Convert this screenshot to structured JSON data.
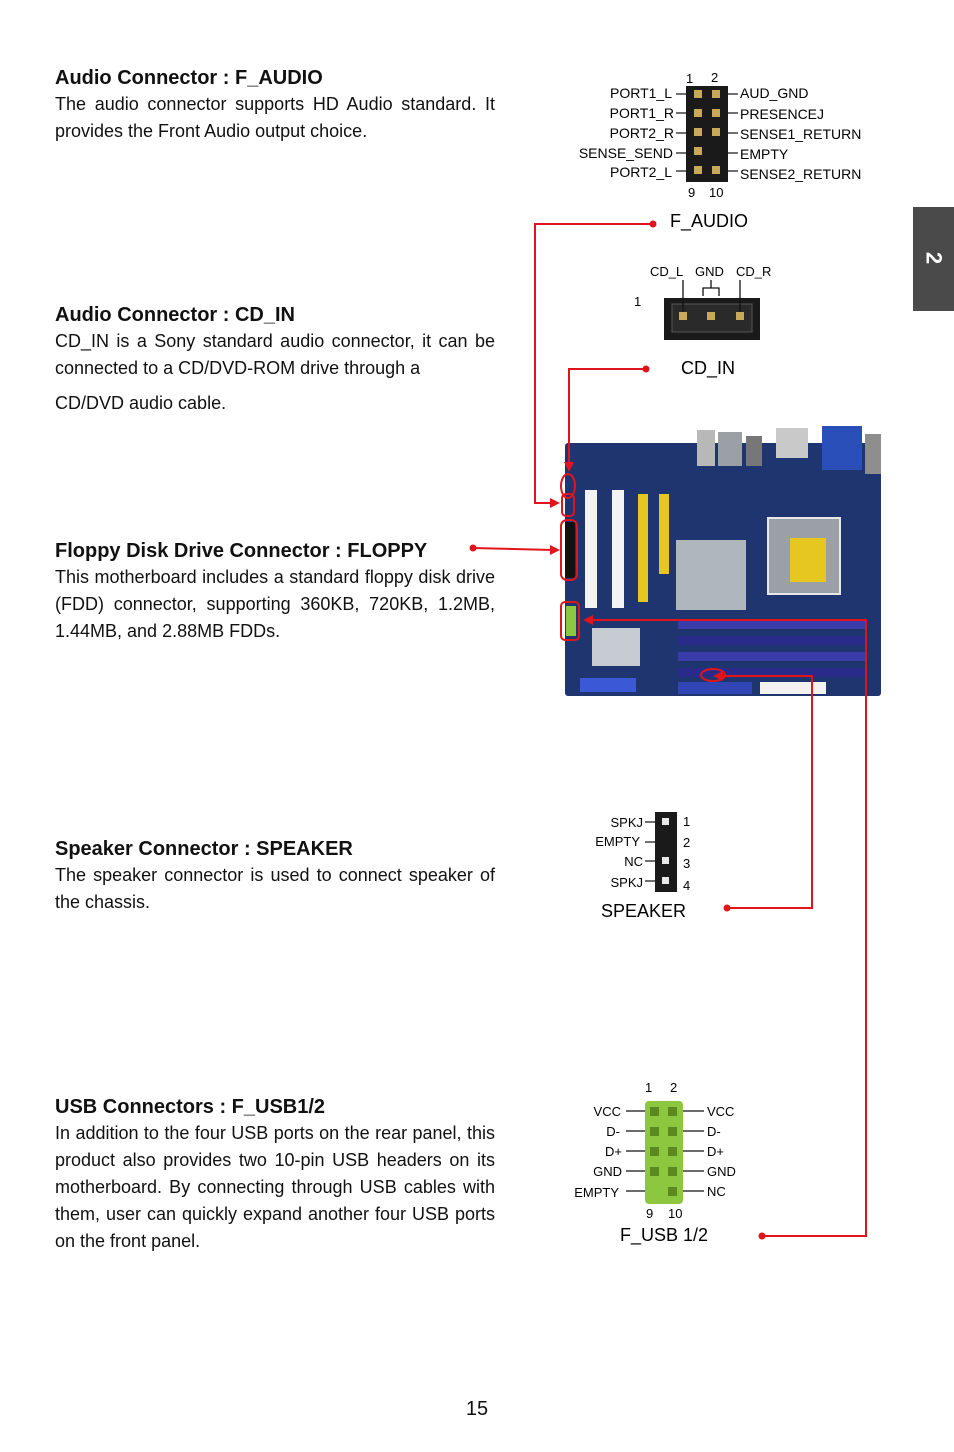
{
  "page": {
    "number": "15",
    "chapter": "2"
  },
  "sections": {
    "f_audio": {
      "title": "Audio Connector : F_AUDIO",
      "body": "The audio connector supports HD Audio standard. It provides the Front Audio output choice."
    },
    "cd_in": {
      "title": "Audio Connector : CD_IN",
      "body": "CD_IN is a Sony standard audio connector, it can be connected to a CD/DVD-ROM drive through a",
      "body2": "CD/DVD audio cable."
    },
    "floppy": {
      "title": "Floppy Disk Drive Connector : FLOPPY",
      "body": "This motherboard includes a standard floppy disk drive (FDD) connector, supporting 360KB, 720KB, 1.2MB, 1.44MB, and 2.88MB FDDs."
    },
    "speaker": {
      "title": "Speaker Connector : SPEAKER",
      "body": "The speaker connector is used to connect speaker of the chassis."
    },
    "usb": {
      "title": "USB Connectors : F_USB1/2",
      "body": "In addition to the four USB ports on the rear panel, this product also provides two 10-pin USB headers on its motherboard. By connecting through USB cables with them, user can quickly expand another four USB ports on the front panel."
    }
  },
  "diagrams": {
    "f_audio": {
      "name": "F_AUDIO",
      "pin_top_left": "1",
      "pin_top_right": "2",
      "pin_bottom_left": "9",
      "pin_bottom_right": "10",
      "left_pins": [
        "PORT1_L",
        "PORT1_R",
        "PORT2_R",
        "SENSE_SEND",
        "PORT2_L"
      ],
      "right_pins": [
        "AUD_GND",
        "PRESENCEJ",
        "SENSE1_RETURN",
        "EMPTY",
        "SENSE2_RETURN"
      ]
    },
    "cd_in": {
      "name": "CD_IN",
      "pins": [
        "CD_L",
        "GND",
        "CD_R"
      ],
      "pin_one": "1"
    },
    "speaker": {
      "name": "SPEAKER",
      "pins": [
        "SPKJ",
        "EMPTY",
        "NC",
        "SPKJ"
      ],
      "numbers": [
        "1",
        "2",
        "3",
        "4"
      ]
    },
    "usb": {
      "name": "F_USB 1/2",
      "pin_top_left": "1",
      "pin_top_right": "2",
      "pin_bottom_left": "9",
      "pin_bottom_right": "10",
      "left_pins": [
        "VCC",
        "D-",
        "D+",
        "GND",
        "EMPTY"
      ],
      "right_pins": [
        "VCC",
        "D-",
        "D+",
        "GND",
        "NC"
      ]
    }
  },
  "colors": {
    "callout": "#e0151b",
    "board": "#1e3570",
    "tab": "#4a4a4a",
    "usb_header": "#8dc63f"
  }
}
